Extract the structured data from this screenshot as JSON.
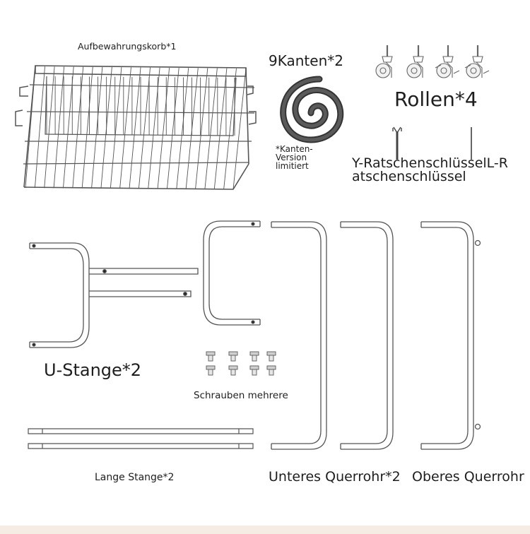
{
  "labels": {
    "basket": "Aufbewahrungskorb*1",
    "edges": "9Kanten*2",
    "rollers": "Rollen*4",
    "edges_note": "*Kanten-Version limitiert",
    "wrenches": "Y-RatschenschlüsselL-Ratschenschlüssel",
    "u_bar": "U-Stange*2",
    "screws": "Schrauben mehrere",
    "long_bar": "Lange Stange*2",
    "lower_crossbar": "Unteres Querrohr*2",
    "upper_crossbar": "Oberes Querrohr"
  },
  "colors": {
    "line": "#555555",
    "pipe_fill": "#ffffff",
    "edge_band": "#3c3c3c",
    "bottom_strip": "#f5ece4"
  }
}
